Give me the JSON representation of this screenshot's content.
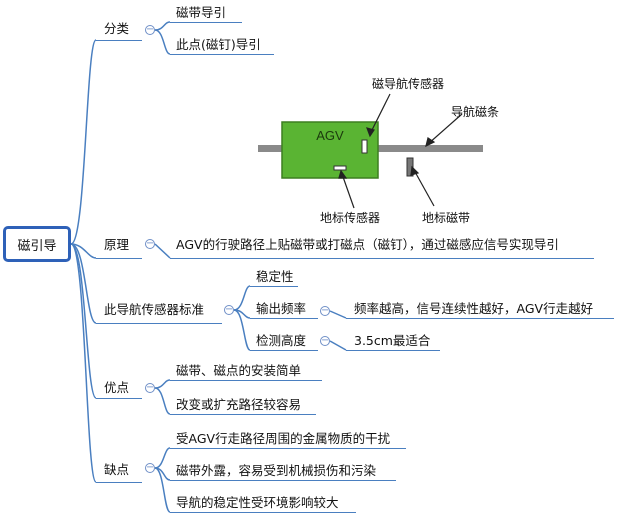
{
  "root": {
    "label": "磁引导"
  },
  "branches": {
    "classification": {
      "label": "分类",
      "items": [
        "磁带导引",
        "此点(磁钉)导引"
      ]
    },
    "principle": {
      "label": "原理",
      "text": "AGV的行驶路径上贴磁带或打磁点（磁钉），通过磁感应信号实现导引",
      "figure": {
        "vehicle_label": "AGV",
        "sensor_label": "磁导航传感器",
        "strip_label": "导航磁条",
        "ground_sensor_label": "地标传感器",
        "ground_tape_label": "地标磁带",
        "vehicle_color": "#5ab433",
        "strip_color": "#8a8a8a"
      }
    },
    "standard": {
      "label": "此导航传感器标准",
      "items": [
        {
          "label": "稳定性"
        },
        {
          "label": "输出频率",
          "detail": "频率越高，信号连续性越好，AGV行走越好"
        },
        {
          "label": "检测高度",
          "detail": "3.5cm最适合"
        }
      ]
    },
    "advantages": {
      "label": "优点",
      "items": [
        "磁带、磁点的安装简单",
        "改变或扩充路径较容易"
      ]
    },
    "disadvantages": {
      "label": "缺点",
      "items": [
        "受AGV行走路径周围的金属物质的干扰",
        "磁带外露，容易受到机械损伤和污染",
        "导航的稳定性受环境影响较大"
      ]
    }
  },
  "colors": {
    "connector": "#4a7fc0",
    "root_border": "#2e61b8"
  }
}
